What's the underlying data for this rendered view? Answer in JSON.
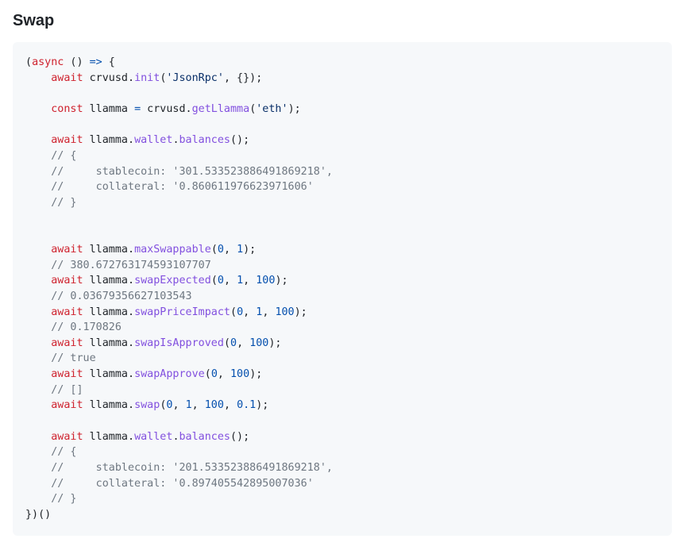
{
  "section": {
    "title": "Swap"
  },
  "code": {
    "lines": [
      [
        {
          "t": "tx",
          "v": "("
        },
        {
          "t": "kw",
          "v": "async"
        },
        {
          "t": "tx",
          "v": " () "
        },
        {
          "t": "op",
          "v": "=>"
        },
        {
          "t": "tx",
          "v": " {"
        }
      ],
      [
        {
          "t": "tx",
          "v": "    "
        },
        {
          "t": "kw",
          "v": "await"
        },
        {
          "t": "tx",
          "v": " crvusd."
        },
        {
          "t": "fn",
          "v": "init"
        },
        {
          "t": "tx",
          "v": "("
        },
        {
          "t": "str",
          "v": "'JsonRpc'"
        },
        {
          "t": "tx",
          "v": ", {});"
        }
      ],
      [],
      [
        {
          "t": "tx",
          "v": "    "
        },
        {
          "t": "kw",
          "v": "const"
        },
        {
          "t": "tx",
          "v": " llamma "
        },
        {
          "t": "op",
          "v": "="
        },
        {
          "t": "tx",
          "v": " crvusd."
        },
        {
          "t": "fn",
          "v": "getLlamma"
        },
        {
          "t": "tx",
          "v": "("
        },
        {
          "t": "str",
          "v": "'eth'"
        },
        {
          "t": "tx",
          "v": ");"
        }
      ],
      [],
      [
        {
          "t": "tx",
          "v": "    "
        },
        {
          "t": "kw",
          "v": "await"
        },
        {
          "t": "tx",
          "v": " llamma."
        },
        {
          "t": "fn",
          "v": "wallet"
        },
        {
          "t": "tx",
          "v": "."
        },
        {
          "t": "fn",
          "v": "balances"
        },
        {
          "t": "tx",
          "v": "();"
        }
      ],
      [
        {
          "t": "tx",
          "v": "    "
        },
        {
          "t": "cm",
          "v": "// {"
        }
      ],
      [
        {
          "t": "tx",
          "v": "    "
        },
        {
          "t": "cm",
          "v": "//     stablecoin: '301.533523886491869218',"
        }
      ],
      [
        {
          "t": "tx",
          "v": "    "
        },
        {
          "t": "cm",
          "v": "//     collateral: '0.860611976623971606'"
        }
      ],
      [
        {
          "t": "tx",
          "v": "    "
        },
        {
          "t": "cm",
          "v": "// }"
        }
      ],
      [],
      [],
      [
        {
          "t": "tx",
          "v": "    "
        },
        {
          "t": "kw",
          "v": "await"
        },
        {
          "t": "tx",
          "v": " llamma."
        },
        {
          "t": "fn",
          "v": "maxSwappable"
        },
        {
          "t": "tx",
          "v": "("
        },
        {
          "t": "num",
          "v": "0"
        },
        {
          "t": "tx",
          "v": ", "
        },
        {
          "t": "num",
          "v": "1"
        },
        {
          "t": "tx",
          "v": ");"
        }
      ],
      [
        {
          "t": "tx",
          "v": "    "
        },
        {
          "t": "cm",
          "v": "// 380.672763174593107707"
        }
      ],
      [
        {
          "t": "tx",
          "v": "    "
        },
        {
          "t": "kw",
          "v": "await"
        },
        {
          "t": "tx",
          "v": " llamma."
        },
        {
          "t": "fn",
          "v": "swapExpected"
        },
        {
          "t": "tx",
          "v": "("
        },
        {
          "t": "num",
          "v": "0"
        },
        {
          "t": "tx",
          "v": ", "
        },
        {
          "t": "num",
          "v": "1"
        },
        {
          "t": "tx",
          "v": ", "
        },
        {
          "t": "num",
          "v": "100"
        },
        {
          "t": "tx",
          "v": ");"
        }
      ],
      [
        {
          "t": "tx",
          "v": "    "
        },
        {
          "t": "cm",
          "v": "// 0.03679356627103543"
        }
      ],
      [
        {
          "t": "tx",
          "v": "    "
        },
        {
          "t": "kw",
          "v": "await"
        },
        {
          "t": "tx",
          "v": " llamma."
        },
        {
          "t": "fn",
          "v": "swapPriceImpact"
        },
        {
          "t": "tx",
          "v": "("
        },
        {
          "t": "num",
          "v": "0"
        },
        {
          "t": "tx",
          "v": ", "
        },
        {
          "t": "num",
          "v": "1"
        },
        {
          "t": "tx",
          "v": ", "
        },
        {
          "t": "num",
          "v": "100"
        },
        {
          "t": "tx",
          "v": ");"
        }
      ],
      [
        {
          "t": "tx",
          "v": "    "
        },
        {
          "t": "cm",
          "v": "// 0.170826"
        }
      ],
      [
        {
          "t": "tx",
          "v": "    "
        },
        {
          "t": "kw",
          "v": "await"
        },
        {
          "t": "tx",
          "v": " llamma."
        },
        {
          "t": "fn",
          "v": "swapIsApproved"
        },
        {
          "t": "tx",
          "v": "("
        },
        {
          "t": "num",
          "v": "0"
        },
        {
          "t": "tx",
          "v": ", "
        },
        {
          "t": "num",
          "v": "100"
        },
        {
          "t": "tx",
          "v": ");"
        }
      ],
      [
        {
          "t": "tx",
          "v": "    "
        },
        {
          "t": "cm",
          "v": "// true"
        }
      ],
      [
        {
          "t": "tx",
          "v": "    "
        },
        {
          "t": "kw",
          "v": "await"
        },
        {
          "t": "tx",
          "v": " llamma."
        },
        {
          "t": "fn",
          "v": "swapApprove"
        },
        {
          "t": "tx",
          "v": "("
        },
        {
          "t": "num",
          "v": "0"
        },
        {
          "t": "tx",
          "v": ", "
        },
        {
          "t": "num",
          "v": "100"
        },
        {
          "t": "tx",
          "v": ");"
        }
      ],
      [
        {
          "t": "tx",
          "v": "    "
        },
        {
          "t": "cm",
          "v": "// []"
        }
      ],
      [
        {
          "t": "tx",
          "v": "    "
        },
        {
          "t": "kw",
          "v": "await"
        },
        {
          "t": "tx",
          "v": " llamma."
        },
        {
          "t": "fn",
          "v": "swap"
        },
        {
          "t": "tx",
          "v": "("
        },
        {
          "t": "num",
          "v": "0"
        },
        {
          "t": "tx",
          "v": ", "
        },
        {
          "t": "num",
          "v": "1"
        },
        {
          "t": "tx",
          "v": ", "
        },
        {
          "t": "num",
          "v": "100"
        },
        {
          "t": "tx",
          "v": ", "
        },
        {
          "t": "num",
          "v": "0.1"
        },
        {
          "t": "tx",
          "v": ");"
        }
      ],
      [],
      [
        {
          "t": "tx",
          "v": "    "
        },
        {
          "t": "kw",
          "v": "await"
        },
        {
          "t": "tx",
          "v": " llamma."
        },
        {
          "t": "fn",
          "v": "wallet"
        },
        {
          "t": "tx",
          "v": "."
        },
        {
          "t": "fn",
          "v": "balances"
        },
        {
          "t": "tx",
          "v": "();"
        }
      ],
      [
        {
          "t": "tx",
          "v": "    "
        },
        {
          "t": "cm",
          "v": "// {"
        }
      ],
      [
        {
          "t": "tx",
          "v": "    "
        },
        {
          "t": "cm",
          "v": "//     stablecoin: '201.533523886491869218',"
        }
      ],
      [
        {
          "t": "tx",
          "v": "    "
        },
        {
          "t": "cm",
          "v": "//     collateral: '0.897405542895007036'"
        }
      ],
      [
        {
          "t": "tx",
          "v": "    "
        },
        {
          "t": "cm",
          "v": "// }"
        }
      ],
      [
        {
          "t": "tx",
          "v": "})()"
        }
      ]
    ]
  },
  "colors": {
    "keyword": "#cf222e",
    "function": "#8250df",
    "string": "#0a3069",
    "number": "#0550ae",
    "comment": "#6e7781",
    "text": "#1f2328",
    "code_background": "#f6f8fa"
  }
}
